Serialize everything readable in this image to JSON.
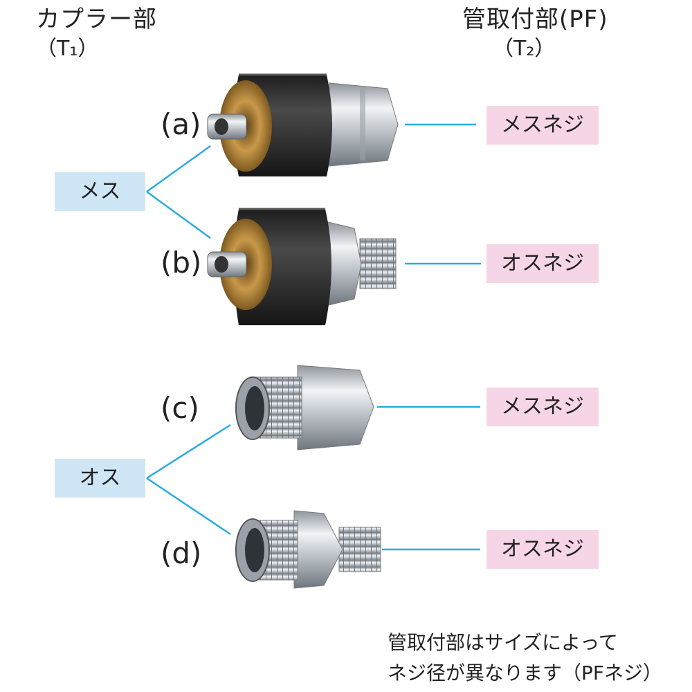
{
  "headers": {
    "coupler_title": "カプラー部",
    "coupler_sub": "（T₁）",
    "pipe_title": "管取付部(PF)",
    "pipe_sub": "（T₂）"
  },
  "groups": {
    "female": "メス",
    "male": "オス"
  },
  "items": [
    {
      "letter": "(a)",
      "thread": "メスネジ"
    },
    {
      "letter": "(b)",
      "thread": "オスネジ"
    },
    {
      "letter": "(c)",
      "thread": "メスネジ"
    },
    {
      "letter": "(d)",
      "thread": "オスネジ"
    }
  ],
  "note": {
    "line1": "管取付部はサイズによって",
    "line2": "ネジ径が異なります（PFネジ）"
  },
  "colors": {
    "line": "#29abe2",
    "blue_box": "#cfe6f7",
    "pink_box": "#f6d6e6",
    "rubber": "#2b2b2b",
    "brass": "#b8893a",
    "chrome": "#c9ced3"
  }
}
